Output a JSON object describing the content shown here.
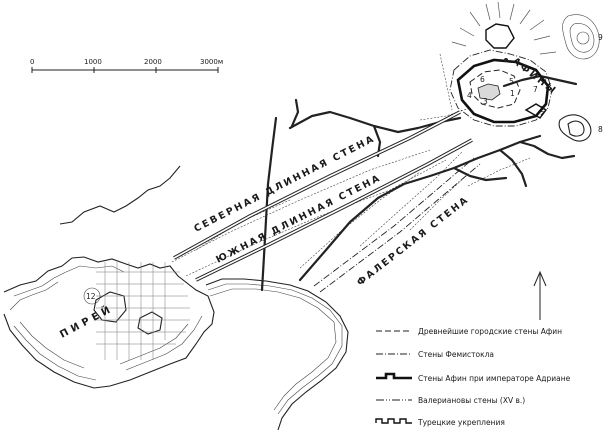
{
  "scale_bar": {
    "ticks": [
      "0",
      "1000",
      "2000",
      "3000м"
    ]
  },
  "labels": {
    "north_wall": "СЕВЕРНАЯ ДЛИННАЯ СТЕНА",
    "south_wall": "ЮЖНАЯ ДЛИННАЯ СТЕНА",
    "phaleron_wall": "ФАЛЕРСКАЯ СТЕНА",
    "athens": "АФИНЫ",
    "piraeus": "ПИРЕЙ"
  },
  "markers": [
    "1",
    "2",
    "3",
    "4",
    "5",
    "6",
    "7",
    "8",
    "9",
    "12"
  ],
  "legend": {
    "items": [
      {
        "id": "ancient",
        "label": "Древнейшие городские стены Афин"
      },
      {
        "id": "themistocles",
        "label": "Стены Фемистокла"
      },
      {
        "id": "hadrian",
        "label": "Стены Афин при императоре Адриане"
      },
      {
        "id": "valerian",
        "label": "Валериановы  стены       (XV в.)"
      },
      {
        "id": "turkish",
        "label": "Турецкие укрепления"
      }
    ]
  },
  "north_arrow": "north-arrow"
}
